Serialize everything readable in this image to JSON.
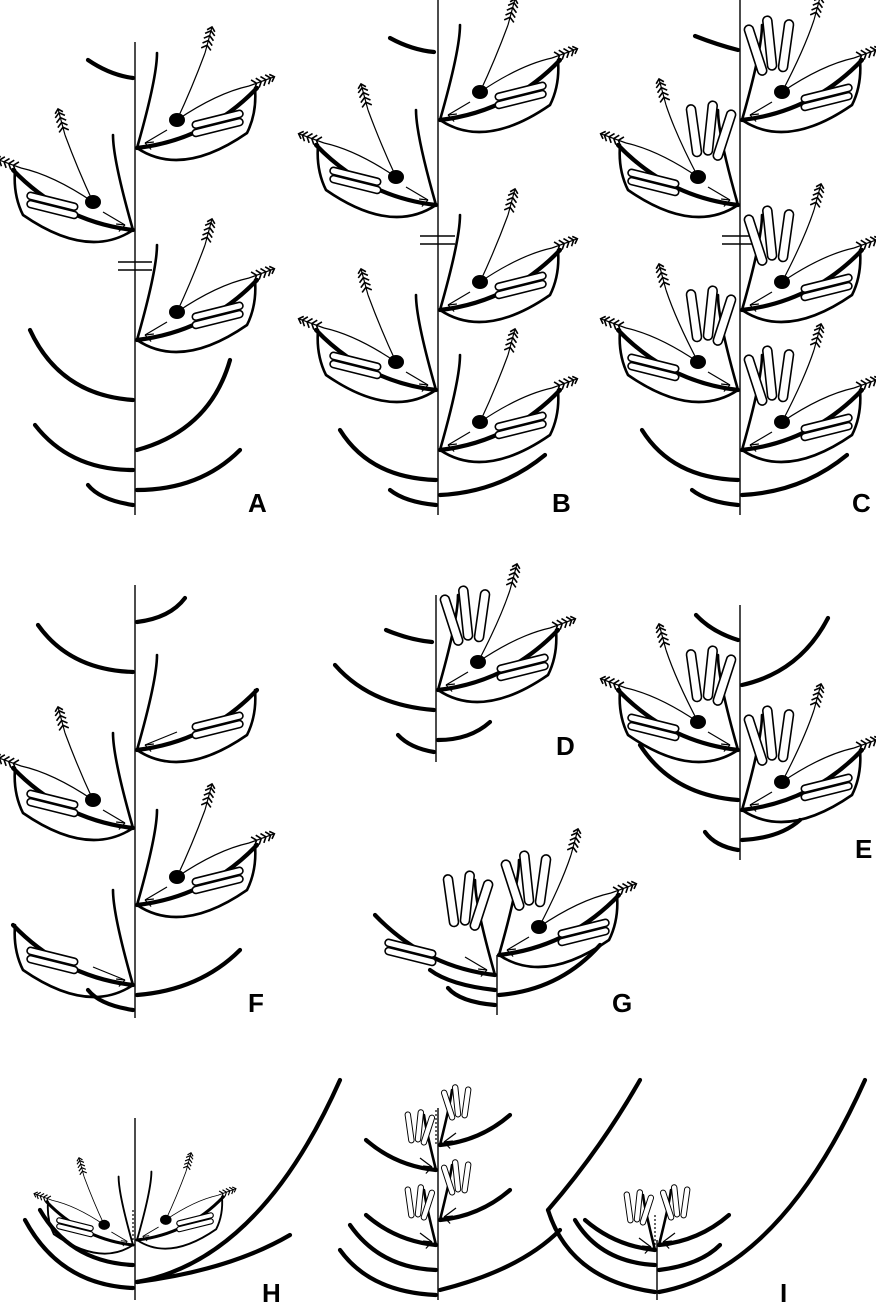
{
  "figure": {
    "panels": [
      {
        "id": "A",
        "label": "A"
      },
      {
        "id": "B",
        "label": "B"
      },
      {
        "id": "C",
        "label": "C"
      },
      {
        "id": "D",
        "label": "D"
      },
      {
        "id": "E",
        "label": "E"
      },
      {
        "id": "F",
        "label": "F"
      },
      {
        "id": "G",
        "label": "G"
      },
      {
        "id": "H",
        "label": "H"
      },
      {
        "id": "I",
        "label": "I"
      }
    ]
  }
}
